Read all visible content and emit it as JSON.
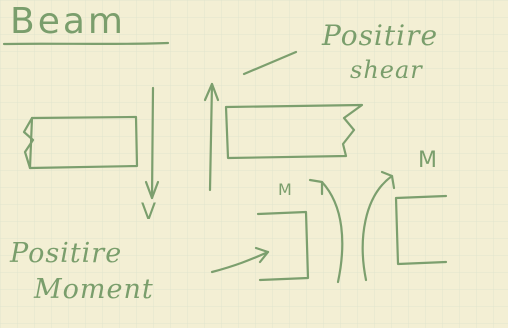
{
  "title": "Beam",
  "labels": {
    "positive_shear_line1": "Positire",
    "positive_shear_line2": "shear",
    "positive_moment_line1": "Positire",
    "positive_moment_line2": "Moment",
    "shear_symbol": "V",
    "moment_symbol_left": "M",
    "moment_symbol_right": "M"
  },
  "colors": {
    "paper": "#f3efd4",
    "grid": "#d9dfc9",
    "ink": "#7c9f6e"
  }
}
